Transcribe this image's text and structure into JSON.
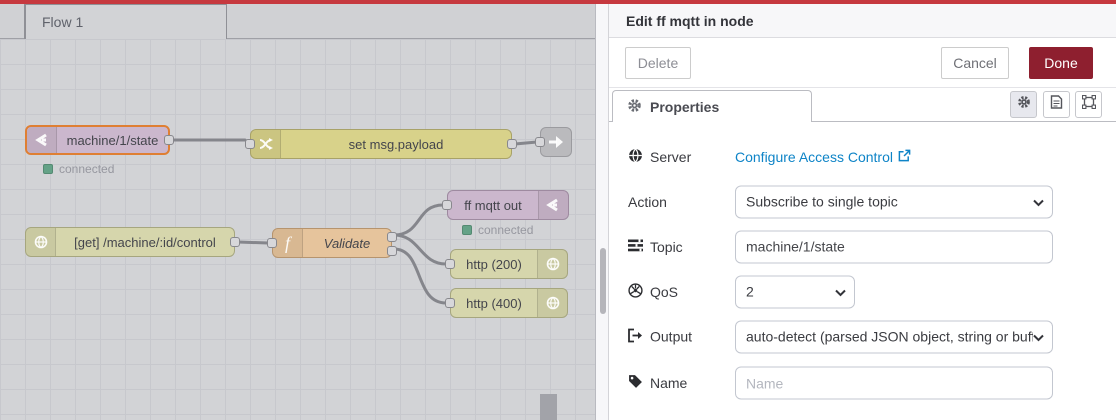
{
  "chrome": {
    "topbar_color": "#c6393f"
  },
  "editor": {
    "tab_label": "Flow 1",
    "nodes": {
      "mqtt_in": {
        "label": "machine/1/state",
        "status": "connected"
      },
      "change": {
        "label": "set msg.payload"
      },
      "http_in": {
        "label": "[get] /machine/:id/control"
      },
      "function": {
        "label": "Validate"
      },
      "mqtt_out": {
        "label": "ff mqtt out",
        "status": "connected"
      },
      "http_res_200": {
        "label": "http (200)"
      },
      "http_res_400": {
        "label": "http (400)"
      }
    }
  },
  "panel": {
    "title": "Edit ff mqtt in node",
    "toolbar": {
      "delete_label": "Delete",
      "cancel_label": "Cancel",
      "done_label": "Done"
    },
    "tab_label": "Properties",
    "fields": {
      "server": {
        "label": "Server",
        "link_text": "Configure Access Control"
      },
      "action": {
        "label": "Action",
        "value": "Subscribe to single topic"
      },
      "topic": {
        "label": "Topic",
        "value": "machine/1/state"
      },
      "qos": {
        "label": "QoS",
        "value": "2"
      },
      "output": {
        "label": "Output",
        "value": "auto-detect (parsed JSON object, string or buffer)"
      },
      "name": {
        "label": "Name",
        "placeholder": "Name"
      }
    }
  },
  "colors": {
    "topbar": "#c6393f",
    "done_button": "#8e1f2f",
    "link": "#0e84c7",
    "status_dot": "#64a287",
    "selected_node_border": "#df7f33"
  },
  "icons": {
    "properties_tab": "gear-icon",
    "server": "globe-icon",
    "topic": "list-icon",
    "qos": "qos-ring-icon",
    "output": "sign-out-icon",
    "name": "tag-icon",
    "server_link": "external-link-icon",
    "sidebar_buttons": [
      "gear-icon",
      "doc-icon",
      "frame-icon"
    ]
  }
}
